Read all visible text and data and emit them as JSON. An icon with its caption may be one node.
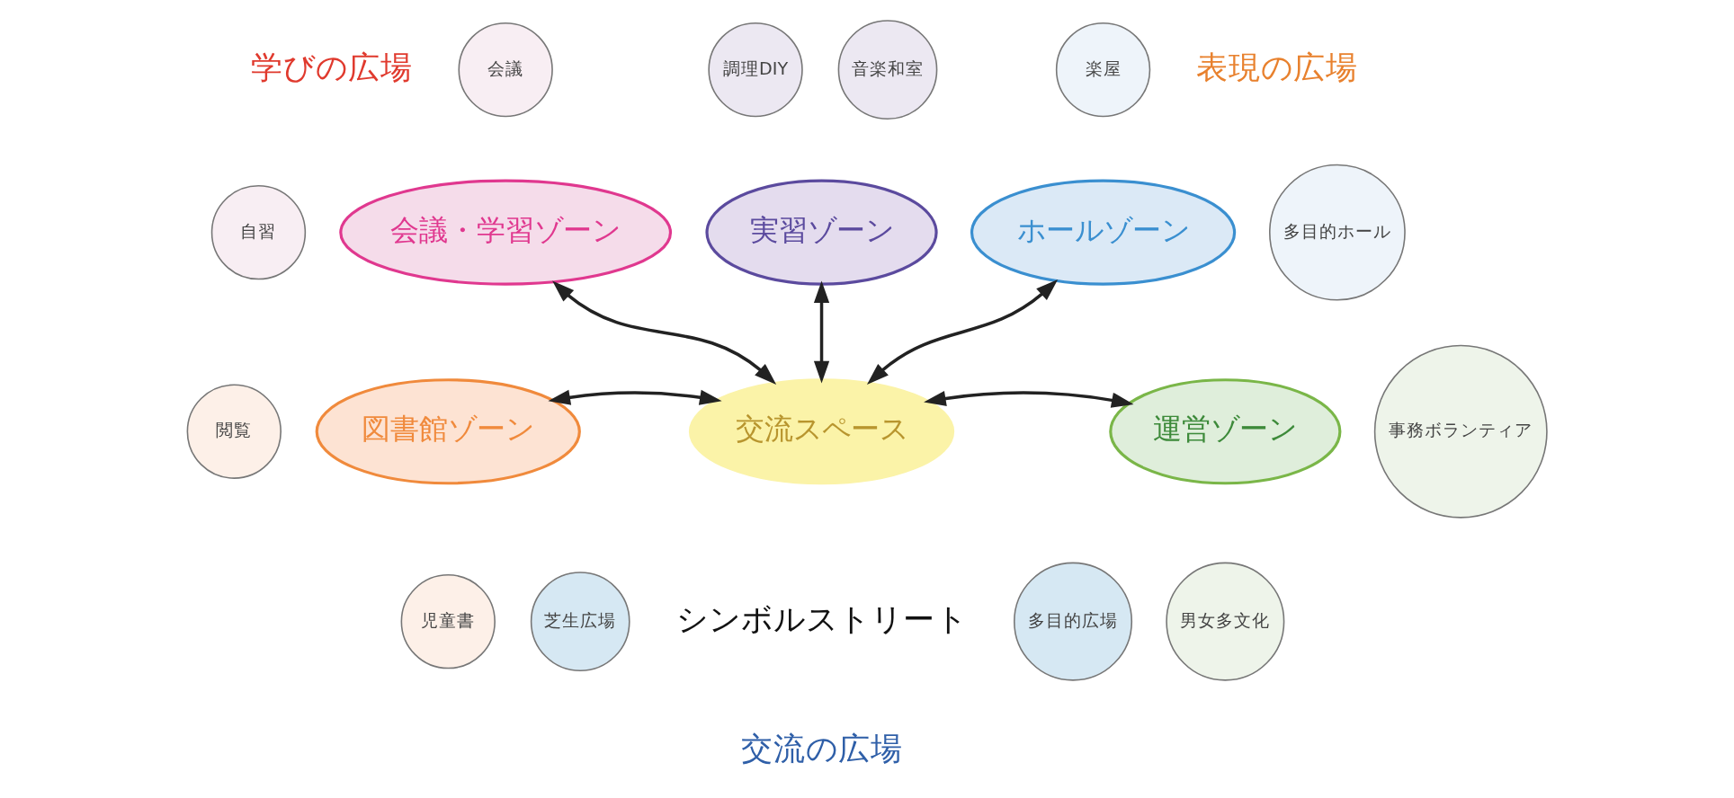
{
  "diagram": {
    "nodes": [
      {
        "text": [
          "会議"
        ]
      },
      {
        "text": [
          "調理DIY"
        ]
      },
      {
        "text": [
          "音楽和室"
        ]
      },
      {
        "text": [
          "楽屋"
        ]
      },
      {
        "text": [
          "自習"
        ]
      },
      {
        "text": [
          "会議・学習ゾーン"
        ]
      },
      {
        "text": [
          "実習ゾーン"
        ]
      },
      {
        "text": [
          "ホールゾーン"
        ]
      },
      {
        "text": [
          "多目的ホール"
        ]
      },
      {
        "text": [
          "閲覧"
        ]
      },
      {
        "text": [
          "交流スペース"
        ]
      },
      {
        "text": [
          "図書館ゾーン"
        ]
      },
      {
        "text": [
          "事務ボランティア"
        ]
      },
      {
        "text": [
          "運営ゾーン"
        ]
      },
      {
        "text": [
          "児童書"
        ]
      },
      {
        "text": [
          "男女多文化"
        ]
      },
      {
        "text": [
          "芝生広場"
        ]
      },
      {
        "text": [
          "多目的広場"
        ]
      }
    ],
    "edges": [
      {
        "from": 10,
        "to": 5,
        "arrow": "both"
      },
      {
        "from": 10,
        "to": 6,
        "arrow": "both"
      },
      {
        "from": 10,
        "to": 7,
        "arrow": "both"
      },
      {
        "from": 10,
        "to": 11,
        "arrow": "both"
      },
      {
        "from": 10,
        "to": 13,
        "arrow": "both"
      }
    ],
    "labels": [
      "学びの広場",
      "表現の広場",
      "シンボルストリート",
      "交流の広場"
    ]
  }
}
